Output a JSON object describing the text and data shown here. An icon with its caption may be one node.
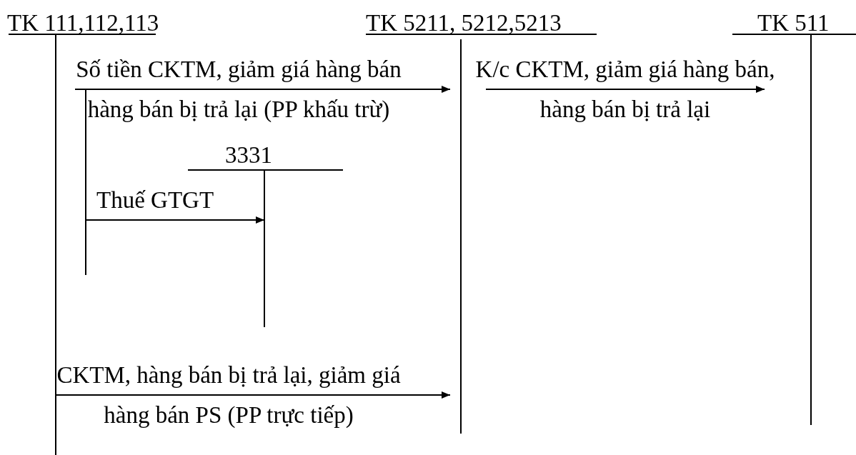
{
  "diagram": {
    "nodes": [
      {
        "text": [
          "TK 111,112,113"
        ]
      },
      {
        "text": [
          "TK 5211, 5212,5213"
        ]
      },
      {
        "text": [
          "TK 511"
        ]
      },
      {
        "text": [
          "3331"
        ]
      }
    ],
    "edges": [
      {
        "from": 0,
        "to": 1,
        "arrow": "to",
        "label": "Số tiền CKTM, giảm giá hàng bán hàng bán bị trả lại (PP khấu trừ)"
      },
      {
        "from": 0,
        "to": 3,
        "arrow": "to",
        "label": "Thuế GTGT"
      },
      {
        "from": 1,
        "to": 2,
        "arrow": "to",
        "label": "K/c CKTM, giảm giá hàng bán, hàng bán bị trả lại"
      },
      {
        "from": 0,
        "to": 1,
        "arrow": "to",
        "label": "CKTM, hàng bán bị trả lại, giảm giá hàng bán PS (PP trực tiếp)"
      }
    ]
  }
}
